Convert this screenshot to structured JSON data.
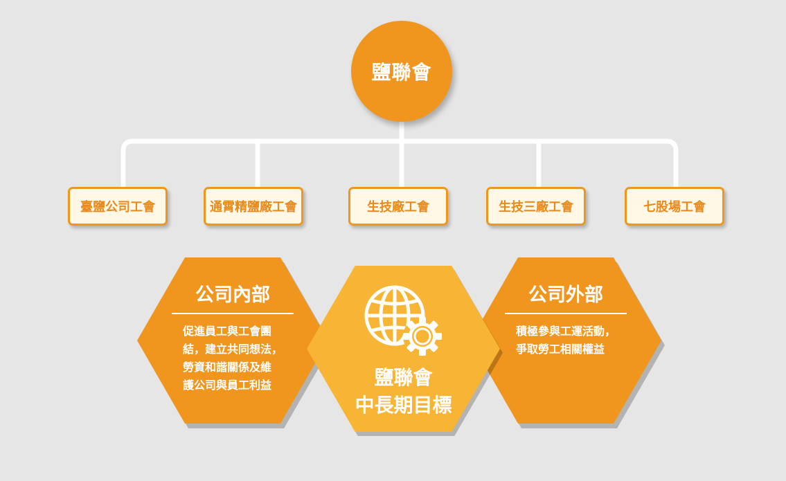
{
  "root": {
    "label": "鹽聯會"
  },
  "unions": [
    {
      "label": "臺鹽公司工會"
    },
    {
      "label": "通霄精鹽廠工會"
    },
    {
      "label": "生技廠工會"
    },
    {
      "label": "生技三廠工會"
    },
    {
      "label": "七股場工會"
    }
  ],
  "internal": {
    "title": "公司內部",
    "lines": [
      "促進員工與工會團",
      "結，建立共同想法，",
      "勞資和諧關係及維",
      "護公司與員工利益"
    ]
  },
  "center": {
    "icon": "globe-gear-icon",
    "title_line1": "鹽聯會",
    "title_line2": "中長期目標"
  },
  "external": {
    "title": "公司外部",
    "lines": [
      "積極參與工運活動，",
      "爭取勞工相關權益"
    ]
  },
  "colors": {
    "orange": "#f0961e",
    "light_orange": "#f8b535",
    "box_fill": "#fff8e6",
    "connector": "#ffffff",
    "background": "#e6e6e6"
  }
}
